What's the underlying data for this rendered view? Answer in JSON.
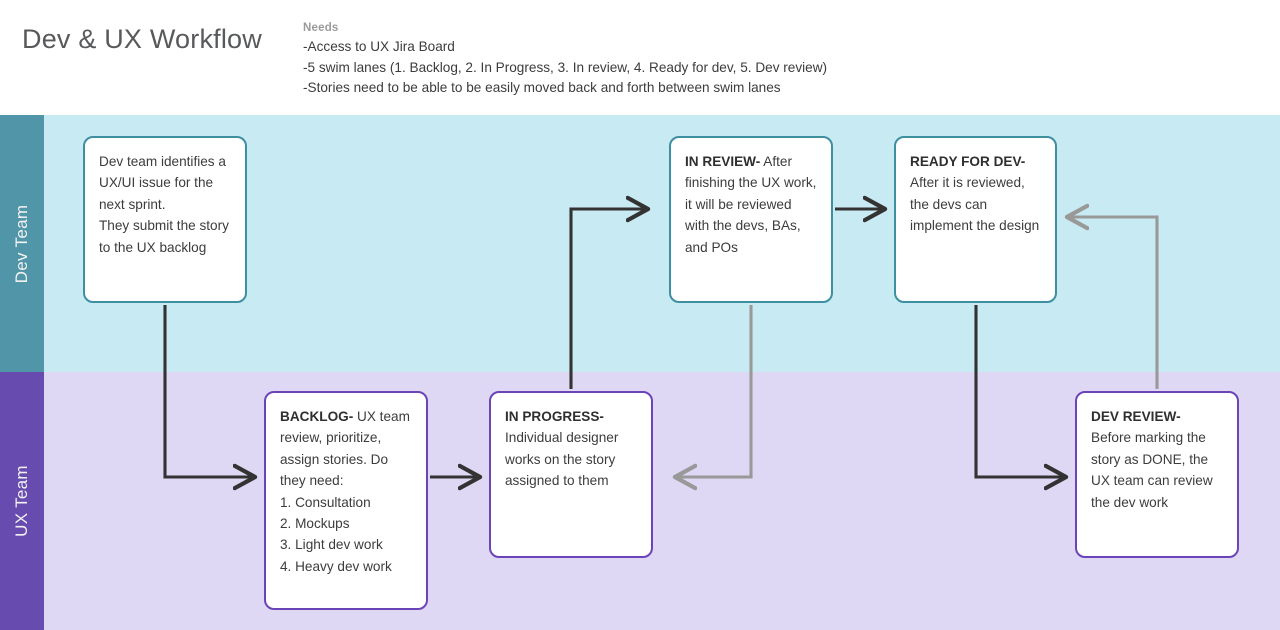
{
  "header": {
    "title": "Dev & UX Workflow",
    "needs_heading": "Needs",
    "needs": [
      "-Access to UX Jira Board",
      "-5 swim lanes (1. Backlog, 2. In Progress, 3. In review, 4. Ready for dev, 5. Dev review)",
      "-Stories need to be able to be easily moved back and forth between swim lanes"
    ]
  },
  "lanes": [
    {
      "id": "dev-team",
      "label": "Dev Team",
      "header_color": "#5196a8",
      "background_color": "#c8eaf3"
    },
    {
      "id": "ux-team",
      "label": "UX Team",
      "header_color": "#674bae",
      "background_color": "#ded8f4"
    }
  ],
  "nodes": {
    "dev_identifies": {
      "lane": "dev-team",
      "title": "",
      "body": "Dev team identifies a UX/UI issue for the next sprint.\nThey submit the story to the UX backlog",
      "border_color": "#3e8fa0"
    },
    "backlog": {
      "lane": "ux-team",
      "title": "BACKLOG-",
      "body": " UX team review, prioritize, assign stories. Do they need:\n1. Consultation\n2. Mockups\n3. Light dev work\n4. Heavy dev work",
      "border_color": "#6b44b8"
    },
    "in_progress": {
      "lane": "ux-team",
      "title": "IN PROGRESS-",
      "body": " Individual designer works on the story assigned to them",
      "border_color": "#6b44b8"
    },
    "in_review": {
      "lane": "dev-team",
      "title": "IN REVIEW-",
      "body": " After finishing the UX work, it will be reviewed with the devs, BAs, and POs",
      "border_color": "#3e8fa0"
    },
    "ready_for_dev": {
      "lane": "dev-team",
      "title": "READY FOR DEV-",
      "body": " After it is reviewed, the devs can implement the design",
      "border_color": "#3e8fa0"
    },
    "dev_review": {
      "lane": "ux-team",
      "title": "DEV REVIEW-",
      "body": " Before marking the story as DONE, the UX team can review the dev work",
      "border_color": "#6b44b8"
    }
  },
  "connectors": [
    {
      "id": "dev-identifies-to-backlog",
      "from": "dev_identifies",
      "to": "backlog",
      "color": "#333333",
      "style": "forward"
    },
    {
      "id": "backlog-to-in-progress",
      "from": "backlog",
      "to": "in_progress",
      "color": "#333333",
      "style": "forward"
    },
    {
      "id": "in-progress-to-in-review",
      "from": "in_progress",
      "to": "in_review",
      "color": "#333333",
      "style": "forward"
    },
    {
      "id": "in-review-to-in-progress",
      "from": "in_review",
      "to": "in_progress",
      "color": "#999999",
      "style": "return"
    },
    {
      "id": "in-review-to-ready-for-dev",
      "from": "in_review",
      "to": "ready_for_dev",
      "color": "#333333",
      "style": "forward"
    },
    {
      "id": "ready-for-dev-to-dev-review",
      "from": "ready_for_dev",
      "to": "dev_review",
      "color": "#333333",
      "style": "forward"
    },
    {
      "id": "dev-review-to-ready-for-dev",
      "from": "dev_review",
      "to": "ready_for_dev",
      "color": "#999999",
      "style": "return"
    }
  ],
  "colors": {
    "dev_lane_header": "#5196a8",
    "dev_lane_bg": "#c8eaf3",
    "ux_lane_header": "#674bae",
    "ux_lane_bg": "#ded8f4",
    "teal_border": "#3e8fa0",
    "purple_border": "#6b44b8",
    "arrow_dark": "#333333",
    "arrow_gray": "#999999",
    "title_text": "#58595b",
    "body_text": "#3c3c3c"
  }
}
